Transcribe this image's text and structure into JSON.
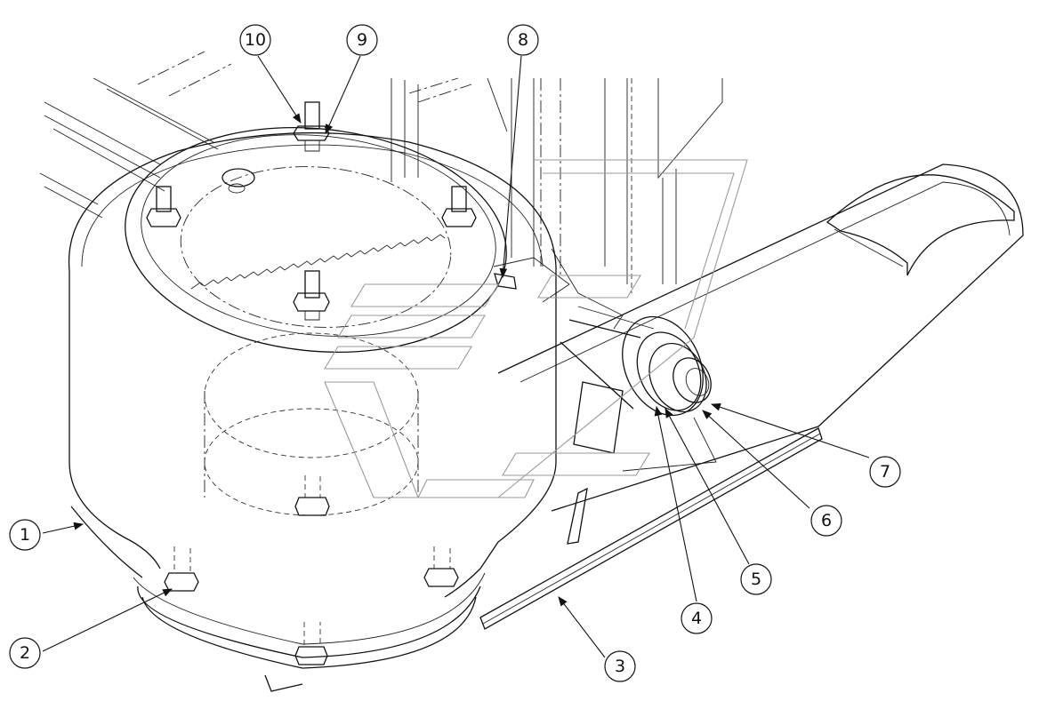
{
  "callouts": [
    {
      "id": "1",
      "label": "1"
    },
    {
      "id": "2",
      "label": "2"
    },
    {
      "id": "3",
      "label": "3"
    },
    {
      "id": "4",
      "label": "4"
    },
    {
      "id": "5",
      "label": "5"
    },
    {
      "id": "6",
      "label": "6"
    },
    {
      "id": "7",
      "label": "7"
    },
    {
      "id": "8",
      "label": "8"
    },
    {
      "id": "9",
      "label": "9"
    },
    {
      "id": "10",
      "label": "10"
    }
  ],
  "colors": {
    "line": "#111111",
    "watermark": "#9a9a9a",
    "background": "#ffffff"
  }
}
